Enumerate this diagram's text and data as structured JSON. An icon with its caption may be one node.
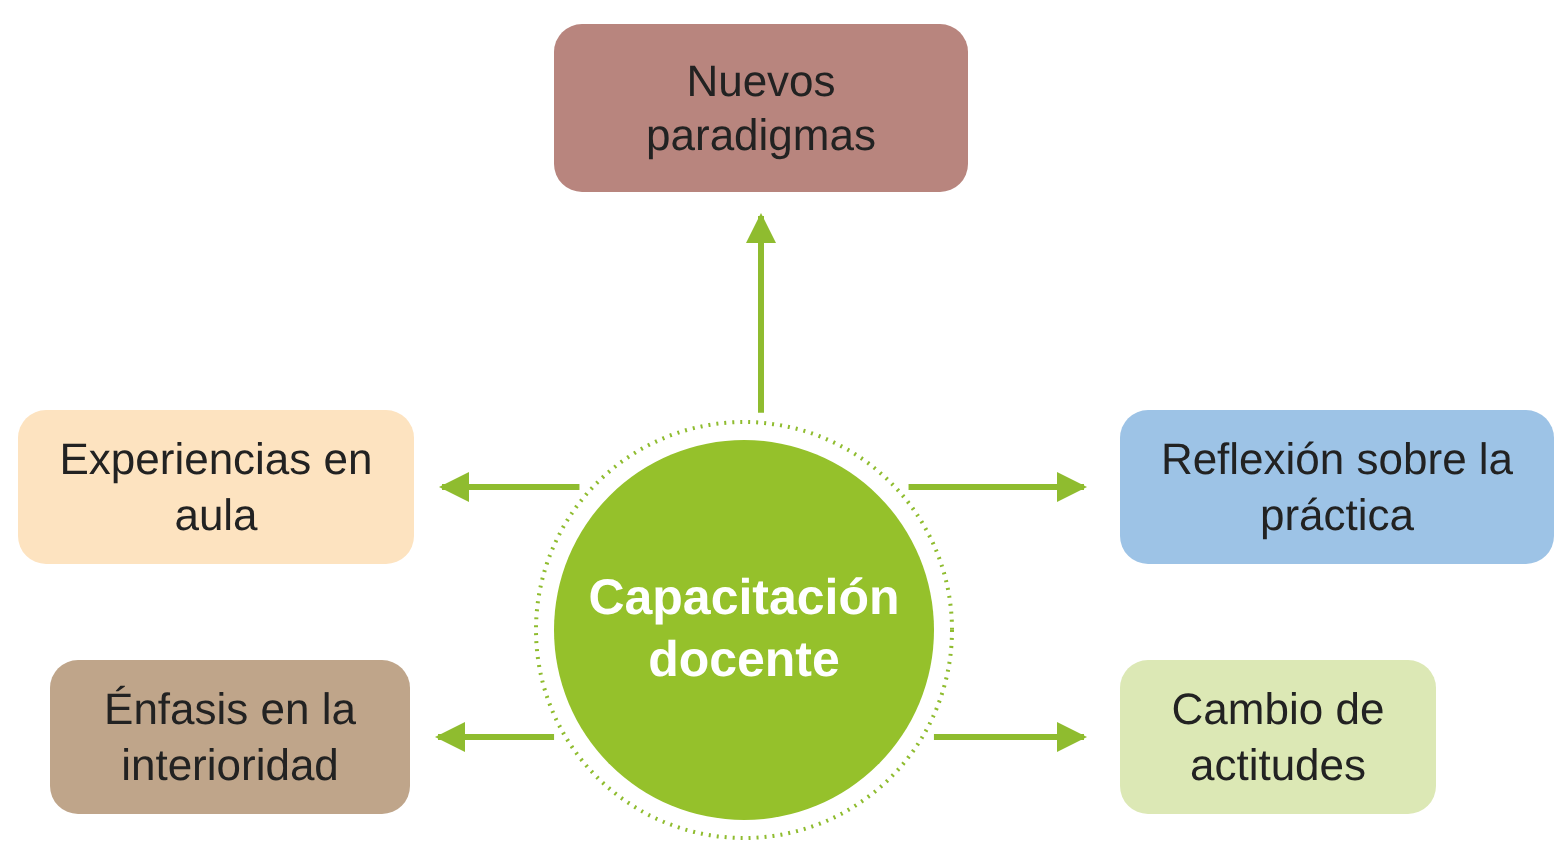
{
  "diagram": {
    "nodes": [
      {
        "text": [
          "Capacitación docente"
        ]
      },
      {
        "text": [
          "Nuevos paradigmas"
        ]
      },
      {
        "text": [
          "Experiencias en aula"
        ]
      },
      {
        "text": [
          "Reflexión sobre la práctica"
        ]
      },
      {
        "text": [
          "Énfasis en la interioridad"
        ]
      },
      {
        "text": [
          "Cambio de actitudes"
        ]
      }
    ],
    "edges": [
      {
        "from": 0,
        "to": 1,
        "arrow": "to"
      },
      {
        "from": 0,
        "to": 2,
        "arrow": "to"
      },
      {
        "from": 0,
        "to": 3,
        "arrow": "to"
      },
      {
        "from": 0,
        "to": 4,
        "arrow": "to"
      },
      {
        "from": 0,
        "to": 5,
        "arrow": "to"
      }
    ]
  }
}
